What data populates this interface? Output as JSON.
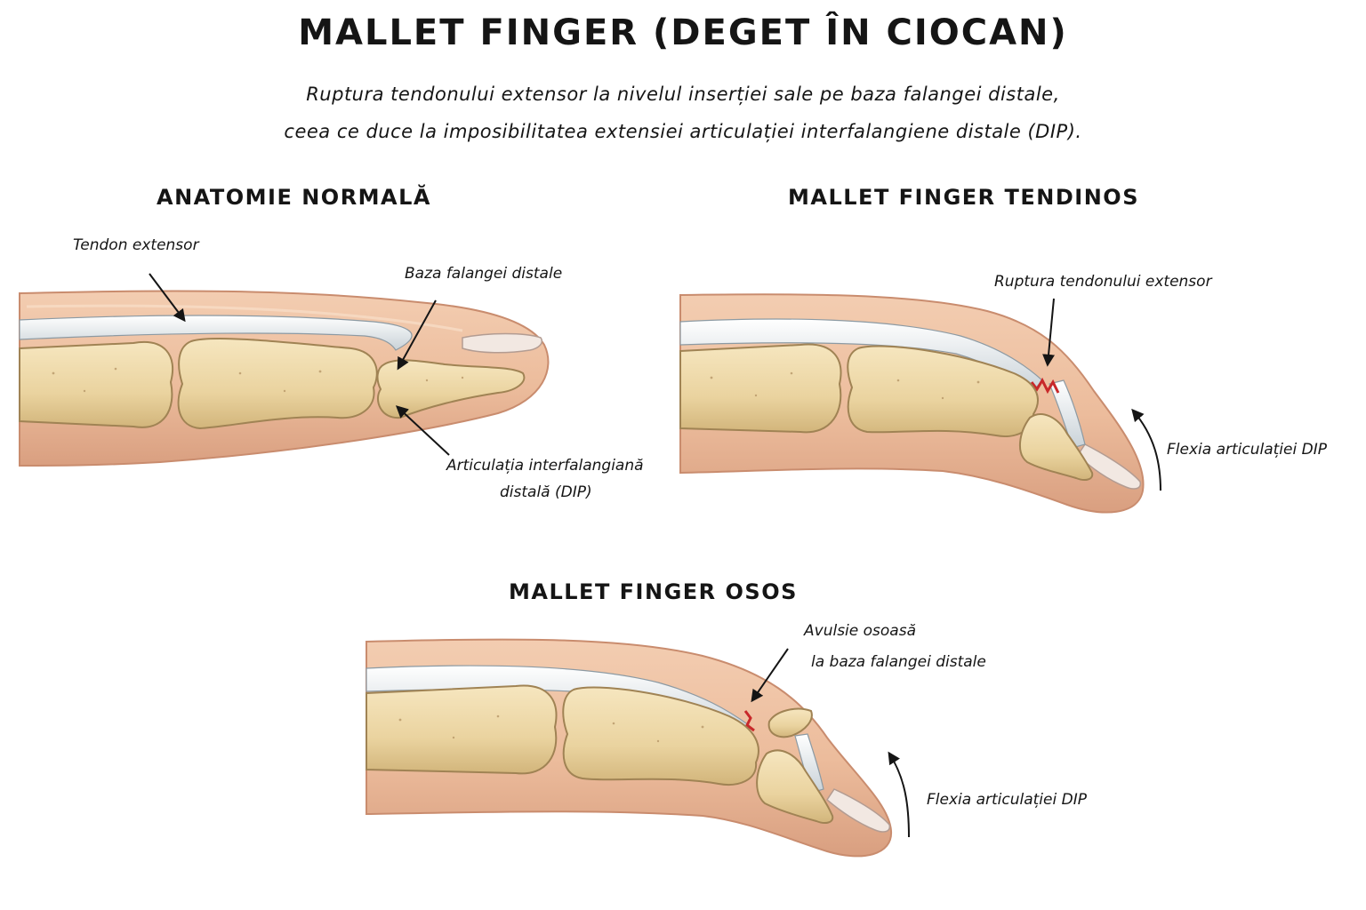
{
  "title": "MALLET FINGER (DEGET ÎN CIOCAN)",
  "subtitle_lines": [
    "Ruptura tendonului extensor la nivelul inserției sale pe baza falangei distale,",
    "ceea ce duce la imposibilitatea extensiei articulației interfalangiene distale (DIP)."
  ],
  "panels": {
    "normal": {
      "heading": "ANATOMIE NORMALĂ",
      "labels": {
        "tendon": "Tendon extensor",
        "base": "Baza falangei distale",
        "dip_line1": "Articulația interfalangiană",
        "dip_line2": "distală (DIP)"
      }
    },
    "tendinous": {
      "heading": "MALLET FINGER TENDINOS",
      "labels": {
        "rupture": "Ruptura tendonului extensor",
        "flexion": "Flexia articulației DIP"
      }
    },
    "bony": {
      "heading": "MALLET FINGER OSOS",
      "labels": {
        "avulsion_line1": "Avulsie osoasă",
        "avulsion_line2": "la baza falangei distale",
        "flexion": "Flexia articulației DIP"
      }
    }
  },
  "colors": {
    "skin": "#edc1a3",
    "skin_shadow": "#d9a184",
    "bone": "#ecd6a4",
    "bone_outline": "#a08354",
    "tendon": "#e6ebee",
    "rupture": "#c8282a",
    "nail": "#f2e8e2"
  }
}
